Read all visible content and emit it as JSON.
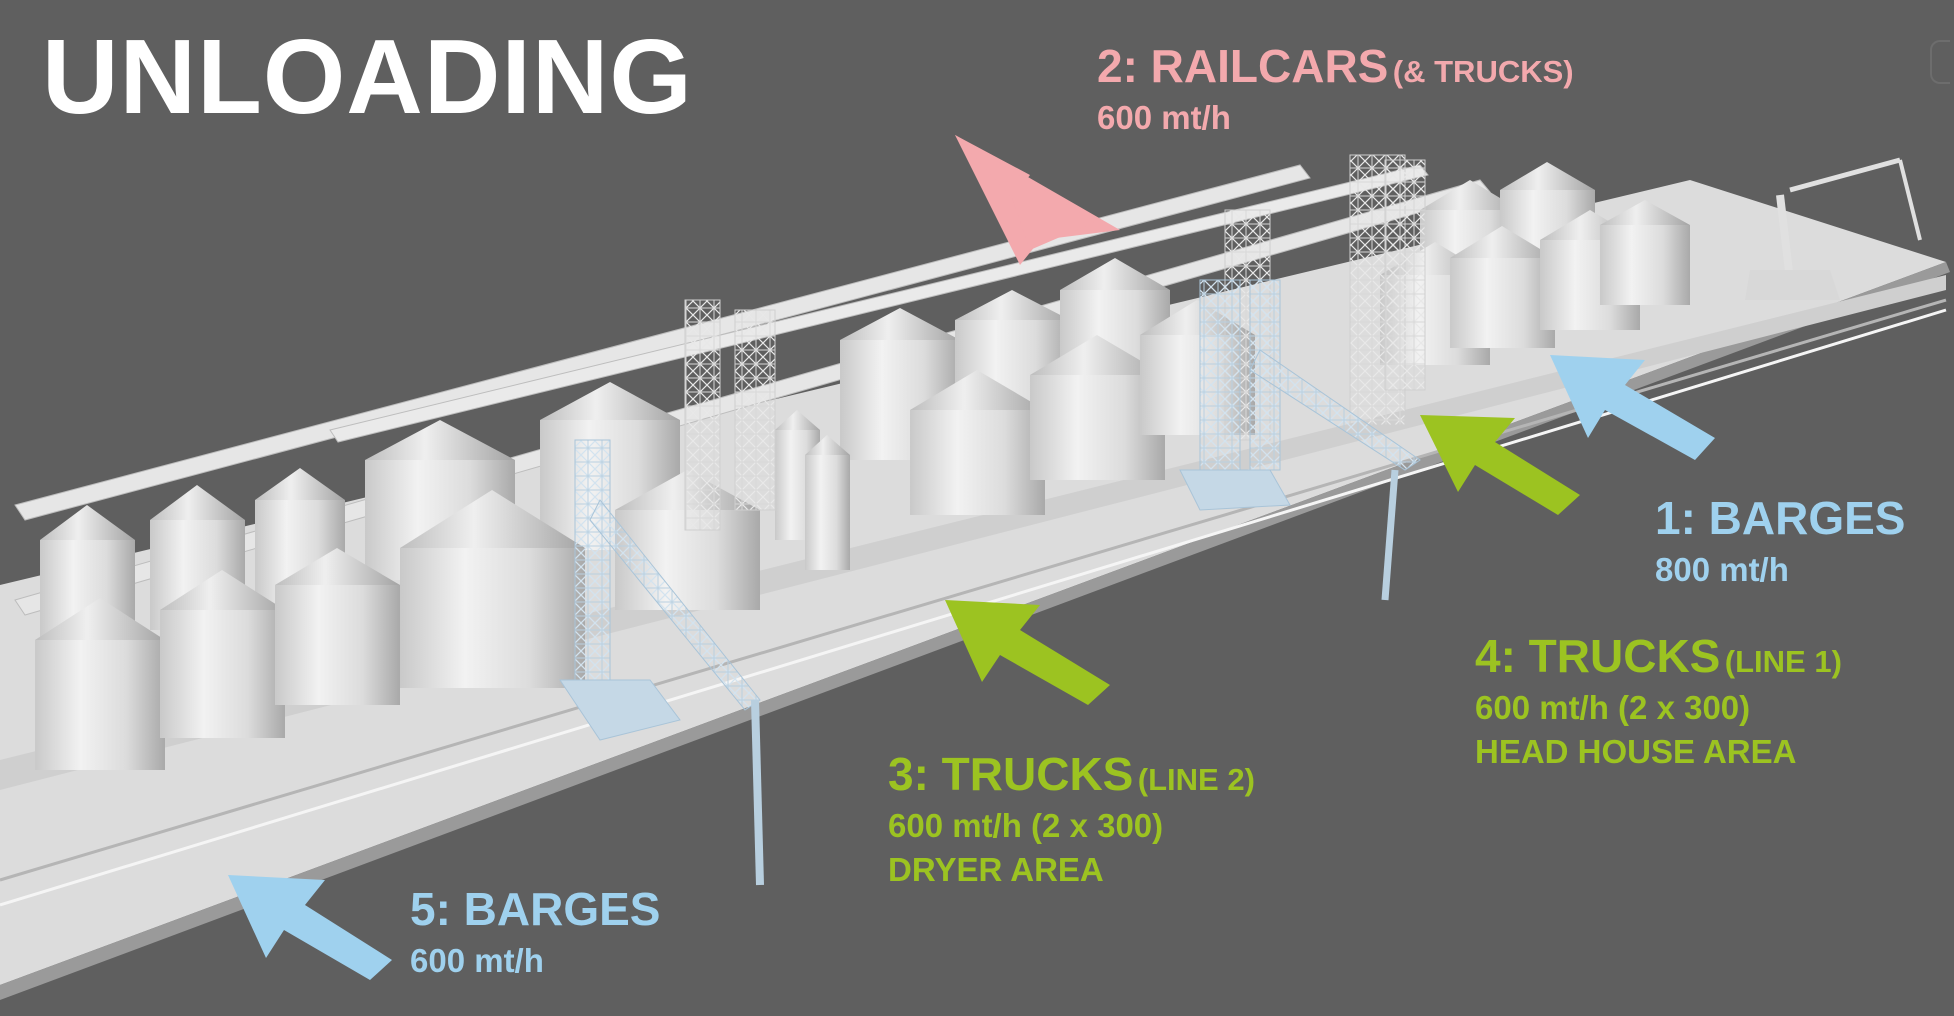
{
  "title": "UNLOADING",
  "colors": {
    "pink": "#f3a9ad",
    "blue": "#9fd1ee",
    "green": "#9cc321",
    "background": "#5f5f5f"
  },
  "labels": {
    "railcars": {
      "heading": "2: RAILCARS",
      "paren": "(& TRUCKS)",
      "rate": "600 mt/h"
    },
    "barges1": {
      "heading": "1: BARGES",
      "rate": "800 mt/h"
    },
    "trucks_line1": {
      "heading": "4: TRUCKS",
      "paren": "(LINE 1)",
      "rate": "600 mt/h (2 x 300)",
      "area": "HEAD HOUSE AREA"
    },
    "trucks_line2": {
      "heading": "3: TRUCKS",
      "paren": "(LINE 2)",
      "rate": "600 mt/h (2 x 300)",
      "area": "DRYER AREA"
    },
    "barges5": {
      "heading": "5: BARGES",
      "rate": "600 mt/h"
    }
  }
}
